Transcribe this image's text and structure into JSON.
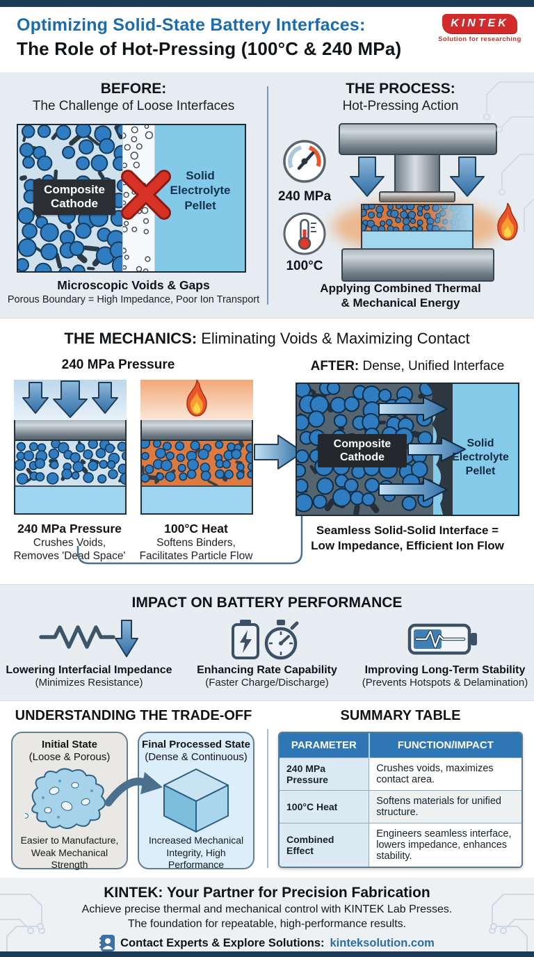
{
  "header": {
    "title_line1": "Optimizing Solid-State Battery Interfaces:",
    "title_line2": "The Role of Hot-Pressing (100°C & 240 MPa)"
  },
  "logo": {
    "text": "KINTEK",
    "tagline": "Solution for researching"
  },
  "before": {
    "heading": "BEFORE:",
    "subheading": "The Challenge of Loose Interfaces",
    "cathode_label": "Composite Cathode",
    "electrolyte_label": "Solid Electrolyte Pellet",
    "caption_title": "Microscopic Voids & Gaps",
    "caption_sub": "Porous Boundary = High Impedance, Poor Ion Transport"
  },
  "process": {
    "heading": "THE PROCESS:",
    "subheading": "Hot-Pressing Action",
    "pressure_label": "240 MPa",
    "temperature_label": "100°C",
    "caption_line1": "Applying Combined Thermal",
    "caption_line2": "& Mechanical Energy"
  },
  "mechanics": {
    "heading_bold": "THE MECHANICS:",
    "heading_rest": " Eliminating Voids & Maximizing Contact",
    "pressure_title": "240 MPa Pressure",
    "after_bold": "AFTER:",
    "after_rest": " Dense, Unified Interface",
    "pressure_cap_title": "240 MPa Pressure",
    "pressure_cap_line1": "Crushes Voids,",
    "pressure_cap_line2": "Removes 'Dead Space'",
    "heat_cap_title": "100°C Heat",
    "heat_cap_line1": "Softens Binders,",
    "heat_cap_line2": "Facilitates Particle Flow",
    "cathode_label": "Composite Cathode",
    "electrolyte_label": "Solid Electrolyte Pellet",
    "after_cap_line1": "Seamless Solid-Solid Interface =",
    "after_cap_line2": "Low Impedance, Efficient Ion Flow"
  },
  "impact": {
    "heading": "IMPACT ON BATTERY PERFORMANCE",
    "items": [
      {
        "title": "Lowering Interfacial Impedance",
        "sub": "(Minimizes Resistance)",
        "icon": "impedance-down-icon"
      },
      {
        "title": "Enhancing Rate Capability",
        "sub": "(Faster Charge/Discharge)",
        "icon": "battery-stopwatch-icon"
      },
      {
        "title": "Improving Long-Term Stability",
        "sub": "(Prevents Hotspots & Delamination)",
        "icon": "battery-pulse-icon"
      }
    ]
  },
  "tradeoff": {
    "heading": "UNDERSTANDING THE TRADE-OFF",
    "initial_title": "Initial State",
    "initial_sub": "(Loose & Porous)",
    "initial_cap_line1": "Easier to Manufacture,",
    "initial_cap_line2": "Weak Mechanical Strength",
    "final_title": "Final Processed State",
    "final_sub": "(Dense & Continuous)",
    "final_cap_line1": "Increased Mechanical",
    "final_cap_line2": "Integrity, High Performance"
  },
  "summary": {
    "heading": "SUMMARY TABLE",
    "headers": [
      "PARAMETER",
      "FUNCTION/IMPACT"
    ],
    "rows": [
      [
        "240 MPa Pressure",
        "Crushes voids, maximizes contact area."
      ],
      [
        "100°C Heat",
        "Softens materials for unified structure."
      ],
      [
        "Combined Effect",
        "Engineers seamless interface, lowers impedance, enhances stability."
      ]
    ]
  },
  "footer": {
    "title": "KINTEK: Your Partner for Precision Fabrication",
    "line1": "Achieve precise thermal and mechanical control with KINTEK Lab Presses.",
    "line2": "The foundation for repeatable, high-performance results.",
    "cta_label": "Contact Experts & Explore Solutions:",
    "cta_link": "kinteksolution.com"
  },
  "colors": {
    "accent_blue": "#1a6cae",
    "navy_bar": "#1d3c59",
    "table_header": "#2e76b5",
    "link": "#2b6da5",
    "alert_red": "#d63226",
    "icon_slate": "#3d5568"
  }
}
